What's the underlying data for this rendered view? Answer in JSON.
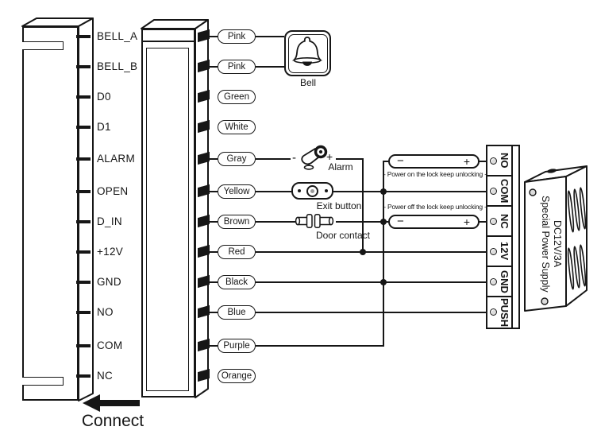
{
  "diagram": {
    "connect_label": "Connect",
    "controller": {
      "pins": [
        "BELL_A",
        "BELL_B",
        "D0",
        "D1",
        "ALARM",
        "OPEN",
        "D_IN",
        "+12V",
        "GND",
        "NO",
        "COM",
        "NC"
      ]
    },
    "wires": [
      {
        "label": "Pink"
      },
      {
        "label": "Pink"
      },
      {
        "label": "Green"
      },
      {
        "label": "White"
      },
      {
        "label": "Gray"
      },
      {
        "label": "Yellow"
      },
      {
        "label": "Brown"
      },
      {
        "label": "Red"
      },
      {
        "label": "Black"
      },
      {
        "label": "Blue"
      },
      {
        "label": "Purple"
      },
      {
        "label": "Orange"
      }
    ],
    "devices": {
      "bell_label": "Bell",
      "alarm_label": "Alarm",
      "alarm_minus": "-",
      "alarm_plus": "+",
      "exit_button_label": "Exit button",
      "door_contact_label": "Door contact"
    },
    "locks": [
      {
        "minus": "−",
        "plus": "+",
        "note": "- Power on the lock keep unlocking +"
      },
      {
        "minus": "−",
        "plus": "+",
        "note": "- Power off the lock keep unlocking +"
      }
    ],
    "terminal_block": {
      "labels": [
        "NO",
        "COM",
        "NC",
        "12V",
        "GND",
        "PUSH"
      ]
    },
    "power_supply": {
      "model": "DC12V/3A",
      "name": "Special Power Supply"
    }
  }
}
